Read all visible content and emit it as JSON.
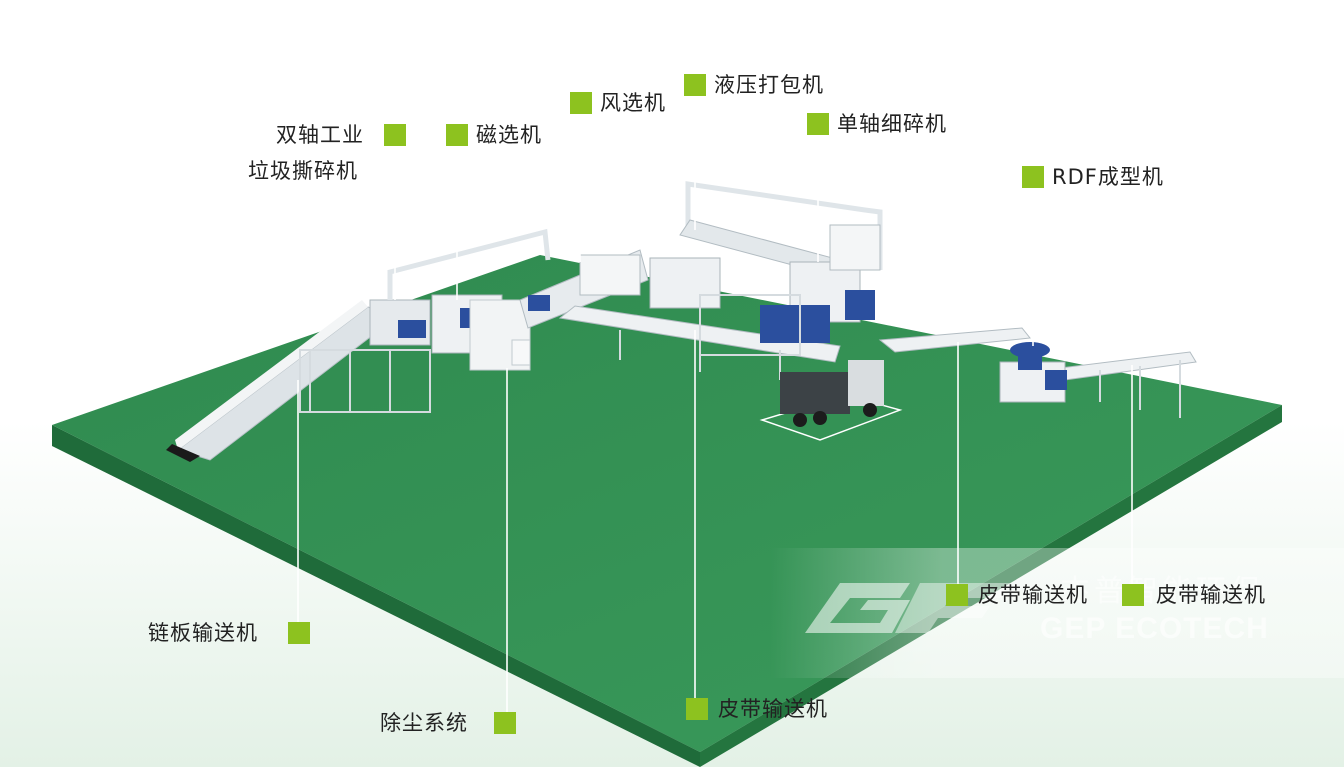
{
  "colors": {
    "floor_top": "#2e8a4e",
    "floor_side": "#1f6b3a",
    "accent": "#8dc21f",
    "leader_line": "#ffffff",
    "machine": "#e8ecef",
    "motor": "#2b4f9e"
  },
  "labels": {
    "twin_shaft_shredder_line1": "双轴工业",
    "twin_shaft_shredder_line2": "垃圾撕碎机",
    "magnetic_separator": "磁选机",
    "air_separator": "风选机",
    "hydraulic_baler": "液压打包机",
    "single_shaft_shredder": "单轴细碎机",
    "rdf_machine": "RDF成型机",
    "chain_conveyor": "链板输送机",
    "dust_removal": "除尘系统",
    "belt_conveyor_center": "皮带输送机",
    "belt_conveyor_right_a": "皮带输送机",
    "belt_conveyor_right_b": "皮带输送机"
  },
  "watermark": {
    "chinese": "杰普智能环保",
    "english": "GEP ECOTECH"
  }
}
